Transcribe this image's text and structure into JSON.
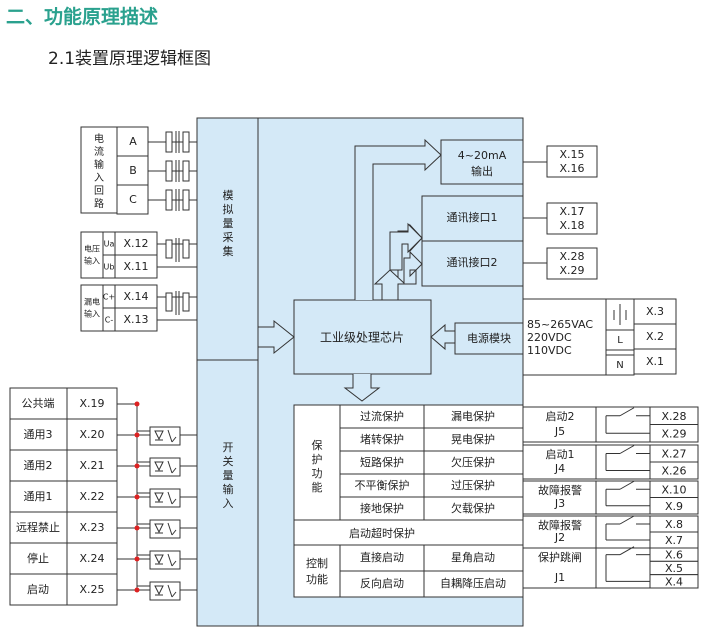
{
  "heading": "二、功能原理描述",
  "subheading": "2.1装置原理逻辑框图",
  "current_input": {
    "label": "电流输入回路",
    "phases": [
      "A",
      "B",
      "C"
    ]
  },
  "voltage_input": {
    "label": "电压输入",
    "rows": [
      {
        "tag": "Ua",
        "term": "X.12"
      },
      {
        "tag": "Ub",
        "term": "X.11"
      }
    ]
  },
  "leak_input": {
    "label": "漏电输入",
    "rows": [
      {
        "tag": "C+",
        "term": "X.14"
      },
      {
        "tag": "C-",
        "term": "X.13"
      }
    ]
  },
  "analog_block": "模拟量采集",
  "switch_block": "开关量输入",
  "switch_inputs": [
    {
      "label": "公共端",
      "term": "X.19"
    },
    {
      "label": "通用3",
      "term": "X.20"
    },
    {
      "label": "通用2",
      "term": "X.21"
    },
    {
      "label": "通用1",
      "term": "X.22"
    },
    {
      "label": "远程禁止",
      "term": "X.23"
    },
    {
      "label": "停止",
      "term": "X.24"
    },
    {
      "label": "启动",
      "term": "X.25"
    }
  ],
  "cpu": "工业级处理芯片",
  "analog_output": {
    "line1": "4~20mA",
    "line2": "输出",
    "terms": [
      "X.15",
      "X.16"
    ]
  },
  "comm": [
    {
      "label": "通讯接口1",
      "terms": [
        "X.17",
        "X.18"
      ]
    },
    {
      "label": "通讯接口2",
      "terms": [
        "X.28",
        "X.29"
      ]
    }
  ],
  "power_module": "电源模块",
  "power_spec": [
    "85~265VAC",
    "220VDC",
    "110VDC"
  ],
  "power_terms": [
    {
      "pin": "",
      "term": "X.3"
    },
    {
      "pin": "L",
      "term": "X.2"
    },
    {
      "pin": "N",
      "term": "X.1"
    }
  ],
  "protection_title": "保护功能",
  "protections": [
    [
      "过流保护",
      "漏电保护"
    ],
    [
      "堵转保护",
      "晃电保护"
    ],
    [
      "短路保护",
      "欠压保护"
    ],
    [
      "不平衡保护",
      "过压保护"
    ],
    [
      "接地保护",
      "欠载保护"
    ]
  ],
  "protection_last": "启动超时保护",
  "control_title": "控制功能",
  "controls": [
    [
      "直接启动",
      "星角启动"
    ],
    [
      "反向启动",
      "自耦降压启动"
    ]
  ],
  "relays": [
    {
      "name": "启动2",
      "id": "J5",
      "terms": [
        "X.28",
        "X.29"
      ]
    },
    {
      "name": "启动1",
      "id": "J4",
      "terms": [
        "X.27",
        "X.26"
      ]
    },
    {
      "name": "故障报警",
      "id": "J3",
      "terms": [
        "X.10",
        "X.9"
      ]
    },
    {
      "name": "故障报警",
      "id": "J2",
      "terms": [
        "X.8",
        "X.7"
      ]
    },
    {
      "name": "保护跳闸",
      "id": "J1",
      "terms": [
        "X.6",
        "X.5",
        "X.4"
      ]
    }
  ]
}
